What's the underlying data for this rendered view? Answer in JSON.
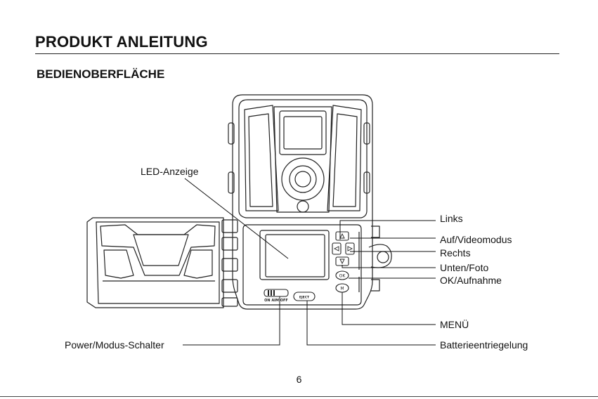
{
  "header": {
    "title": "PRODUKT ANLEITUNG",
    "section_title": "BEDIENOBERFLÄCHE"
  },
  "callouts": {
    "led": "LED-Anzeige",
    "left": "Links",
    "up_video": "Auf/Videomodus",
    "right": "Rechts",
    "down_photo": "Unten/Foto",
    "ok_record": "OK/Aufnahme",
    "menu": "MENÜ",
    "power_switch": "Power/Modus-Schalter",
    "battery_release": "Batterieentriegelung"
  },
  "device_labels": {
    "ok_button": "OK",
    "menu_button": "M",
    "eject_button": "EJECT",
    "switch_text": "ON AIM OFF"
  },
  "icons": {
    "up": "triangle-up-icon",
    "left": "triangle-left-icon",
    "right": "triangle-right-icon",
    "down": "triangle-down-icon"
  },
  "footer": {
    "page_number": "6"
  }
}
